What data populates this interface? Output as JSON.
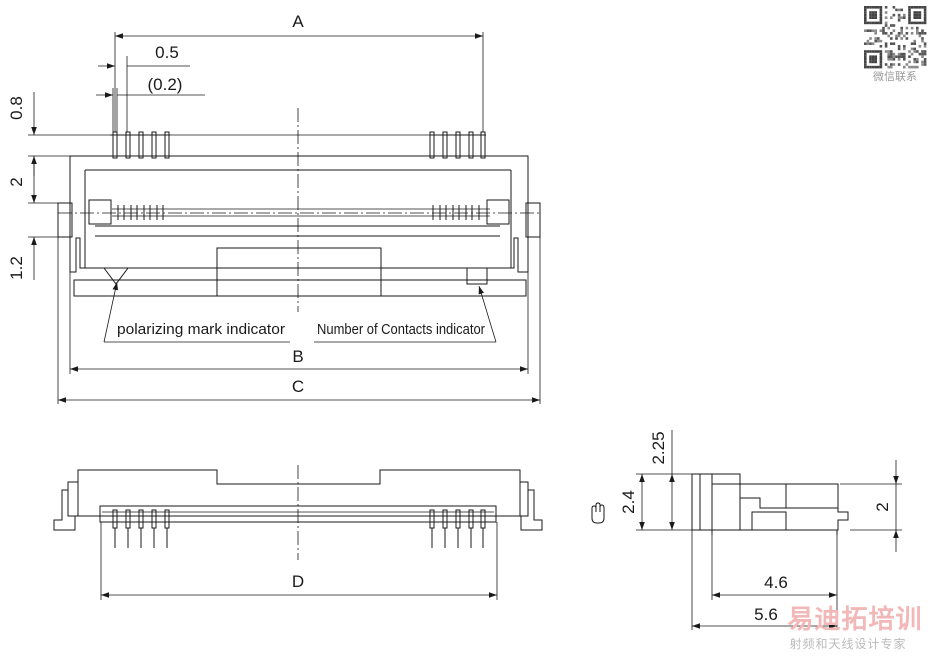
{
  "top_view": {
    "dim_A": "A",
    "dim_pitch": "0.5",
    "dim_pitch_width": "(0.2)",
    "dim_lead_length": "0.8",
    "dim_depth": "2",
    "dim_latch": "1.2",
    "dim_B": "B",
    "dim_C": "C",
    "polarizing_label": "polarizing mark indicator",
    "contacts_label": "Number of Contacts indicator"
  },
  "front_view": {
    "dim_D": "D"
  },
  "side_view": {
    "dim_top": "2.25",
    "dim_overall_height": "2.4",
    "dim_right_height": "2",
    "dim_width_inner": "4.6",
    "dim_width_outer": "5.6"
  },
  "qr_caption": "微信联系",
  "watermark": {
    "logo_text": "易迪拓培训",
    "tagline": "射频和天线设计专家"
  },
  "colors": {
    "line": "#1a1a1a",
    "watermark": "#f2b8b8"
  }
}
